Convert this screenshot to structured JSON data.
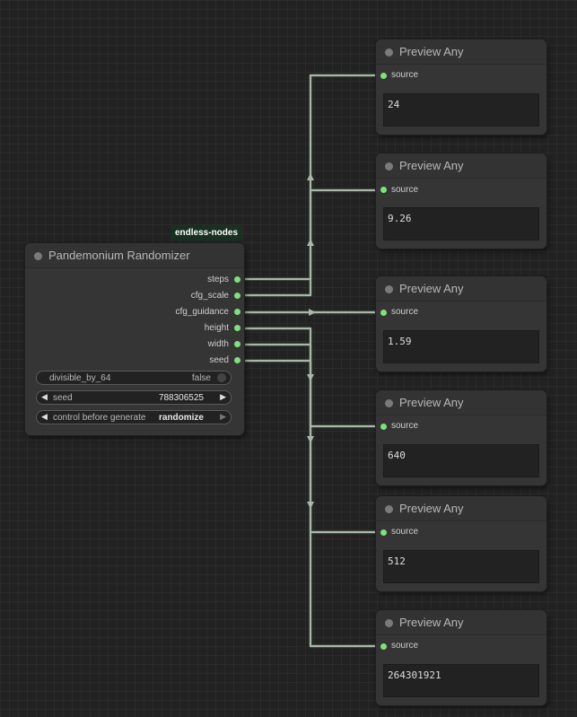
{
  "randomizer": {
    "title": "Pandemonium Randomizer",
    "badge": "endless-nodes",
    "outputs": [
      "steps",
      "cfg_scale",
      "cfg_guidance",
      "height",
      "width",
      "seed"
    ],
    "widgets": {
      "divisible": {
        "label": "divisible_by_64",
        "value": "false"
      },
      "seed": {
        "label": "seed",
        "value": "788306525"
      },
      "control": {
        "label": "control before generate",
        "value": "randomize"
      }
    }
  },
  "previews": [
    {
      "title": "Preview Any",
      "input": "source",
      "value": "24"
    },
    {
      "title": "Preview Any",
      "input": "source",
      "value": "9.26"
    },
    {
      "title": "Preview Any",
      "input": "source",
      "value": "1.59"
    },
    {
      "title": "Preview Any",
      "input": "source",
      "value": "640"
    },
    {
      "title": "Preview Any",
      "input": "source",
      "value": "512"
    },
    {
      "title": "Preview Any",
      "input": "source",
      "value": "264301921"
    }
  ],
  "colors": {
    "link": "#a9b7a8",
    "slot": "#7fe07f"
  }
}
